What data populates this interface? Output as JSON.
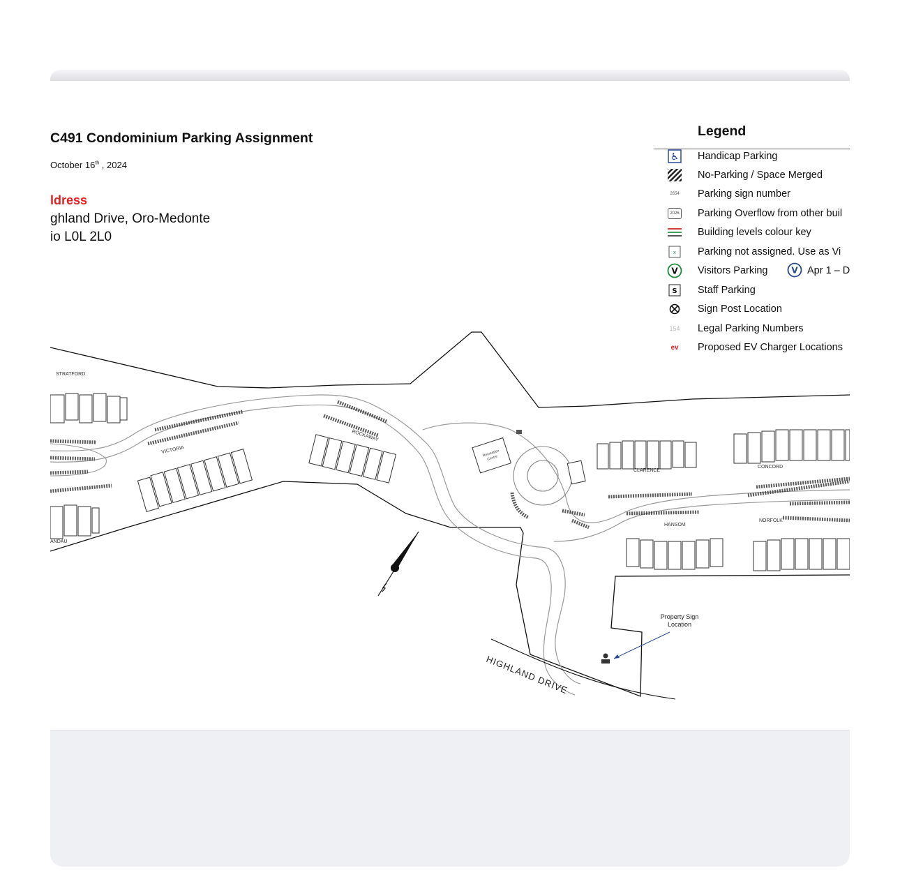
{
  "document": {
    "title": "C491 Condominium Parking Assignment",
    "date_main": "October 16",
    "date_suffix": "th",
    "date_year": " , 2024",
    "address_heading": "ldress",
    "address_line1": "ghland Drive, Oro-Medonte",
    "address_line2": "io L0L 2L0"
  },
  "legend": {
    "title": "Legend",
    "items": [
      {
        "label": "Handicap Parking",
        "icon": "handicap-icon"
      },
      {
        "label": "No-Parking / Space Merged",
        "icon": "hatched-icon"
      },
      {
        "label": "Parking sign number",
        "icon": "sign-number-icon",
        "sample": "2654"
      },
      {
        "label": "Parking Overflow from other buil",
        "icon": "overflow-box-icon",
        "sample": "2026"
      },
      {
        "label": "Building levels colour key",
        "icon": "levels-key-icon"
      },
      {
        "label": "Parking not assigned. Use as Vi",
        "icon": "not-assigned-icon"
      },
      {
        "label": "Visitors Parking",
        "icon": "visitors-icon",
        "extra": "Apr 1 – D"
      },
      {
        "label": "Staff Parking",
        "icon": "staff-icon"
      },
      {
        "label": "Sign Post Location",
        "icon": "sign-post-icon"
      },
      {
        "label": "Legal Parking Numbers",
        "icon": "legal-numbers-icon",
        "sample": "154"
      },
      {
        "label": "Proposed EV Charger Locations",
        "icon": "ev-icon",
        "sample": "ev"
      }
    ]
  },
  "map": {
    "road_name": "HIGHLAND DRIVE",
    "property_sign_line1": "Property Sign",
    "property_sign_line2": "Location",
    "recreation_line1": "Recreation",
    "recreation_line2": "Centre",
    "streets": {
      "stratford": "STRATFORD",
      "victoria": "VICTORIA",
      "rockaway": "ROCKAWAY",
      "clarence": "CLARENCE",
      "concord": "CONCORD",
      "hanson": "HANSOM",
      "norfolk": "NORFOLK",
      "landau": "ANDAU"
    }
  },
  "colors": {
    "address_heading": "#e02020",
    "visitors_icon": "#1a8a3a",
    "visitors_icon_alt": "#2a4a8a",
    "ev_icon": "#d02020"
  }
}
